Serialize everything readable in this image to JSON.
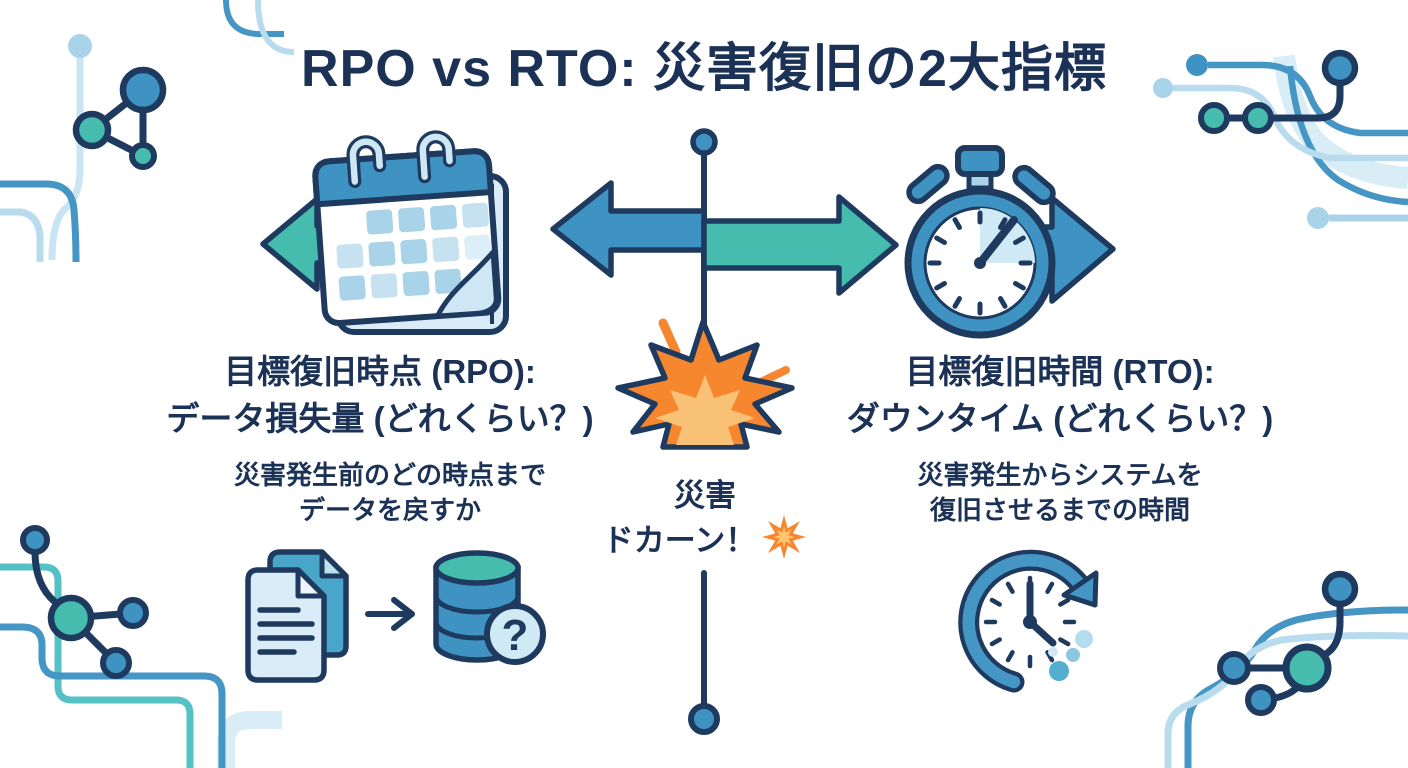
{
  "title": "RPO vs RTO: 災害復旧の2大指標",
  "left_column": {
    "heading_line1": "目標復旧時点 (RPO):",
    "heading_line2": "データ損失量 (どれくらい？)",
    "description_line1": "災害発生前のどの時点まで",
    "description_line2": "データを戻すか"
  },
  "right_column": {
    "heading_line1": "目標復旧時間 (RTO):",
    "heading_line2": "ダウンタイム (どれくらい？)",
    "description_line1": "災害発生からシステムを",
    "description_line2": "復旧させるまでの時間"
  },
  "center_column": {
    "label_line1": "災害",
    "label_line2": "ドカーン！",
    "explosion_emoji": "💥"
  },
  "database_icon": {
    "question_mark": "?"
  },
  "icons": [
    "calendar-icon",
    "stopwatch-icon",
    "explosion-icon",
    "collision-emoji-icon",
    "documents-to-database-icon",
    "clock-history-icon",
    "timeline",
    "rpo-direction-arrow",
    "rto-direction-arrow",
    "network-nodes-decoration"
  ],
  "colors": {
    "navy": "#1e3a5f",
    "text_navy": "#1b3156",
    "blue": "#3f93c2",
    "teal": "#45bcae",
    "light_blue": "#a8d3e9",
    "pale_blue": "#cfe9f5",
    "sky_blue": "#d9ecf7",
    "orange": "#f6872e",
    "light_orange": "#f9c176"
  }
}
